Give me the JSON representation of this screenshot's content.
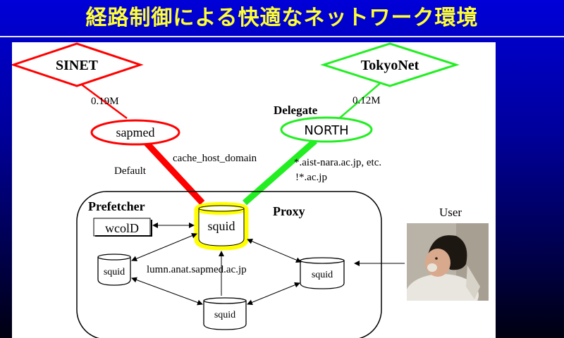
{
  "slide": {
    "title": "経路制御による快適なネットワーク環境"
  },
  "diagram": {
    "nodes": {
      "sinet": "SINET",
      "tokyonet": "TokyoNet",
      "sapmed": "sapmed",
      "north": "NORTH",
      "squid_main": "squid",
      "squid_left": "squid",
      "squid_right": "squid",
      "squid_bottom": "squid",
      "wcold": "wcolD"
    },
    "labels": {
      "sinet_bandwidth": "0.19M",
      "tokyonet_bandwidth": "0.12M",
      "delegate": "Delegate",
      "cache_host_domain": "cache_host_domain",
      "default": "Default",
      "domains_line1": "*.aist-nara.ac.jp, etc.",
      "domains_line2": "!*.ac.jp",
      "prefetcher": "Prefetcher",
      "proxy": "Proxy",
      "host": "lumn.anat.sapmed.ac.jp",
      "user": "User"
    },
    "colors": {
      "sinet_route": "#ff0000",
      "tokyonet_route": "#22ee22",
      "main_squid_highlight": "#ffff00",
      "title": "#ffff33"
    }
  }
}
